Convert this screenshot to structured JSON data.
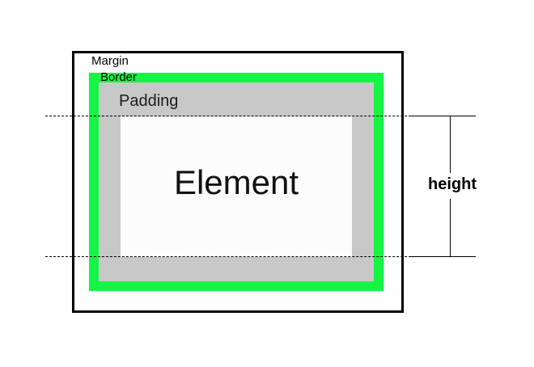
{
  "labels": {
    "margin": "Margin",
    "border": "Border",
    "padding": "Padding",
    "element": "Element",
    "height": "height"
  },
  "colors": {
    "margin_outline": "#000000",
    "border": "#16f545",
    "padding": "#c8c8c8",
    "element": "#fcfcfc"
  }
}
